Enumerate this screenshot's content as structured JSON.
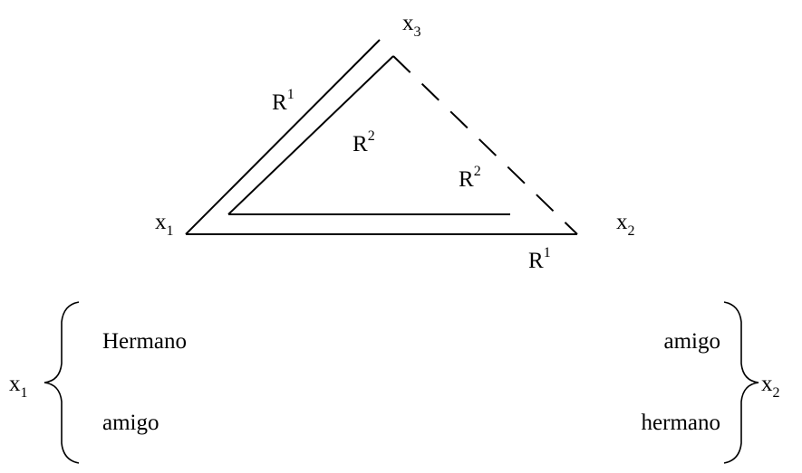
{
  "vertices": {
    "x1": {
      "base": "x",
      "index": "1"
    },
    "x2": {
      "base": "x",
      "index": "2"
    },
    "x3": {
      "base": "x",
      "index": "3"
    }
  },
  "relations": {
    "outer_left": {
      "base": "R",
      "index": "1"
    },
    "outer_bottom": {
      "base": "R",
      "index": "1"
    },
    "inner_center": {
      "base": "R",
      "index": "2"
    },
    "inner_right": {
      "base": "R",
      "index": "2"
    }
  },
  "legend": {
    "left": {
      "label": {
        "base": "x",
        "index": "1"
      },
      "items": [
        "Hermano",
        "amigo"
      ]
    },
    "right": {
      "label": {
        "base": "x",
        "index": "2"
      },
      "items": [
        "amigo",
        "hermano"
      ]
    }
  }
}
